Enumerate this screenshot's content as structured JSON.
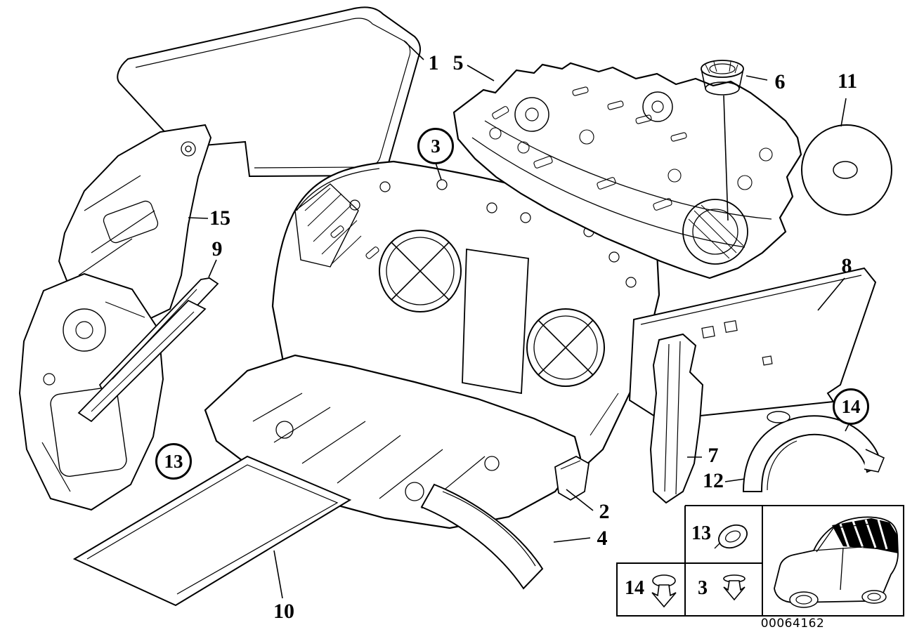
{
  "illustration": {
    "callouts": {
      "c1": {
        "label": "1",
        "circled": false
      },
      "c5": {
        "label": "5",
        "circled": false
      },
      "c6": {
        "label": "6",
        "circled": false
      },
      "c11": {
        "label": "11",
        "circled": false
      },
      "c3": {
        "label": "3",
        "circled": true
      },
      "c15": {
        "label": "15",
        "circled": false
      },
      "c9": {
        "label": "9",
        "circled": false
      },
      "c8": {
        "label": "8",
        "circled": false
      },
      "c14": {
        "label": "14",
        "circled": true
      },
      "c13": {
        "label": "13",
        "circled": true
      },
      "c7": {
        "label": "7",
        "circled": false
      },
      "c12": {
        "label": "12",
        "circled": false
      },
      "c2": {
        "label": "2",
        "circled": false
      },
      "c4": {
        "label": "4",
        "circled": false
      },
      "c10": {
        "label": "10",
        "circled": false
      }
    }
  },
  "legend": {
    "cells": [
      {
        "ref": "13",
        "icon": "grommet-icon"
      },
      {
        "ref": "14",
        "icon": "expanding-rivet-icon"
      },
      {
        "ref": "3",
        "icon": "clip-icon"
      }
    ],
    "car_icon": "car-rear-insulation-zone-icon",
    "code": "00064162"
  },
  "colors": {
    "line": "#000000",
    "background": "#ffffff"
  }
}
